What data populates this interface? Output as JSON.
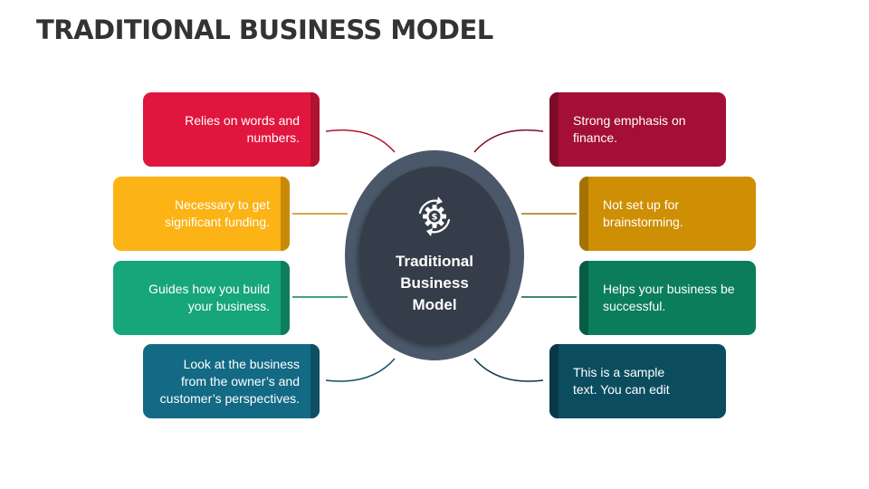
{
  "title": "TRADITIONAL BUSINESS MODEL",
  "center": {
    "label_lines": [
      "Traditional",
      "Business",
      "Model"
    ],
    "icon": "gear-dollar-cycle-icon"
  },
  "items": [
    {
      "side": "left",
      "lines": [
        "Relies on words and",
        "numbers."
      ],
      "color": "#e0163e",
      "accent": "#b0122f"
    },
    {
      "side": "left",
      "lines": [
        "Necessary to get",
        "significant funding."
      ],
      "color": "#fbb316",
      "accent": "#c98a0a"
    },
    {
      "side": "left",
      "lines": [
        "Guides how you build",
        "your business."
      ],
      "color": "#16a679",
      "accent": "#0f7e5a"
    },
    {
      "side": "left",
      "lines": [
        "Look at the business",
        "from the owner’s and",
        "customer’s perspectives."
      ],
      "color": "#136a84",
      "accent": "#0e4f64"
    },
    {
      "side": "right",
      "lines": [
        "Strong emphasis on",
        "finance."
      ],
      "color": "#a30f35",
      "accent": "#7d0b28"
    },
    {
      "side": "right",
      "lines": [
        "Not set up for",
        "brainstorming."
      ],
      "color": "#cf8f05",
      "accent": "#a67203"
    },
    {
      "side": "right",
      "lines": [
        "Helps your business be",
        "successful."
      ],
      "color": "#0b7d5b",
      "accent": "#075c43"
    },
    {
      "side": "right",
      "lines": [
        "This is a sample",
        "text. You can edit"
      ],
      "color": "#0c4c5f",
      "accent": "#083847"
    }
  ]
}
